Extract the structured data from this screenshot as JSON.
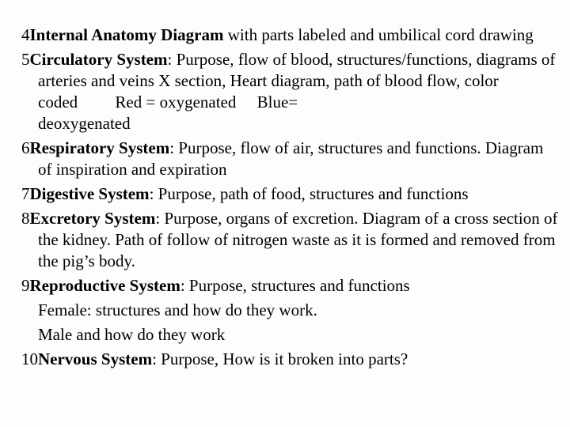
{
  "slide": {
    "background_color": "#fdfdfd",
    "text_color": "#000000",
    "items": [
      {
        "number": "4",
        "title": "Internal Anatomy Diagram",
        "rest": " with parts labeled and umbilical cord drawing"
      },
      {
        "number": "5",
        "title": "Circulatory System",
        "rest": ": Purpose, flow of blood, structures/functions, diagrams of arteries and veins X section, Heart diagram, path of blood flow, color coded         Red = oxygenated     Blue=",
        "rest_after_break": "deoxygenated"
      },
      {
        "number": "6",
        "title": "Respiratory System",
        "rest": ": Purpose, flow of air, structures and functions. Diagram of inspiration and expiration"
      },
      {
        "number": "7",
        "title": "Digestive System",
        "rest": ": Purpose, path of food, structures and functions"
      },
      {
        "number": "8",
        "title": "Excretory System",
        "rest": ": Purpose, organs of excretion. Diagram of a cross section of the kidney. Path of follow of nitrogen waste as it is formed and removed from the pig’s body."
      },
      {
        "number": "9",
        "title": "Reproductive System",
        "rest": ": Purpose, structures and functions",
        "sublines": [
          "Female: structures and how do they work.",
          "Male and how do they work"
        ]
      },
      {
        "number": "10",
        "title": "Nervous System",
        "rest": ": Purpose, How is it broken into parts?"
      }
    ]
  }
}
